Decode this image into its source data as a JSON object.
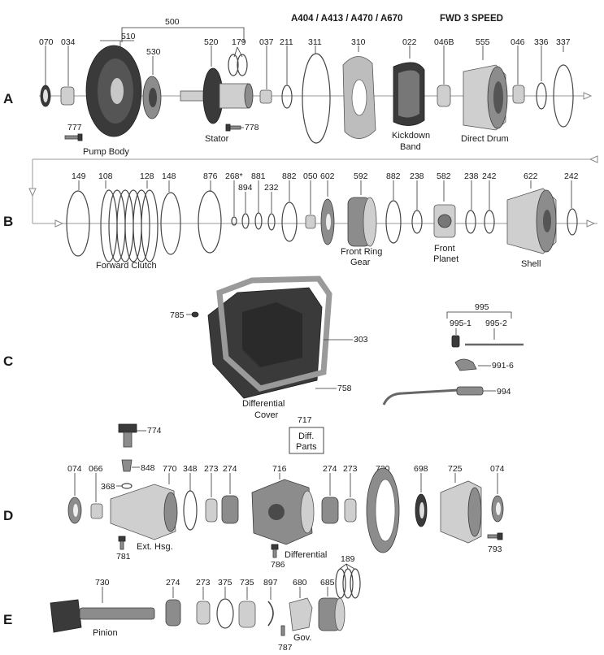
{
  "header": {
    "models": "A404 / A413 / A470 / A670",
    "type": "FWD 3  SPEED"
  },
  "rows": {
    "a": "A",
    "b": "B",
    "c": "C",
    "d": "D",
    "e": "E"
  },
  "row_a": {
    "parts": {
      "p070": "070",
      "p034": "034",
      "p500": "500",
      "p510": "510",
      "p530": "530",
      "p520": "520",
      "p179": "179",
      "p037": "037",
      "p211": "211",
      "p311": "311",
      "p310": "310",
      "p022": "022",
      "p046b": "046B",
      "p555": "555",
      "p046": "046",
      "p336": "336",
      "p337": "337",
      "p777": "777",
      "p778": "778"
    },
    "captions": {
      "pump_body": "Pump Body",
      "stator": "Stator",
      "kickdown_1": "Kickdown",
      "kickdown_2": "Band",
      "direct_drum": "Direct Drum"
    }
  },
  "row_b": {
    "parts": {
      "p149": "149",
      "p108": "108",
      "p128": "128",
      "p148": "148",
      "p876": "876",
      "p268": "268*",
      "p894": "894",
      "p881": "881",
      "p232": "232",
      "p882a": "882",
      "p050": "050",
      "p602": "602",
      "p592": "592",
      "p882b": "882",
      "p238a": "238",
      "p582": "582",
      "p238b": "238",
      "p242a": "242",
      "p622": "622",
      "p242b": "242"
    },
    "captions": {
      "forward_clutch": "Forward Clutch",
      "front_ring_1": "Front Ring",
      "front_ring_2": "Gear",
      "front_planet_1": "Front",
      "front_planet_2": "Planet",
      "shell": "Shell"
    }
  },
  "row_c": {
    "parts": {
      "p785": "785",
      "p303": "303",
      "p758": "758",
      "p995": "995",
      "p995_1": "995-1",
      "p995_2": "995-2",
      "p991_6": "991-6",
      "p994": "994"
    },
    "captions": {
      "diff_cover_1": "Differential",
      "diff_cover_2": "Cover"
    }
  },
  "row_d": {
    "parts": {
      "p774": "774",
      "p717": "717",
      "p074a": "074",
      "p066": "066",
      "p848": "848",
      "p770": "770",
      "p348": "348",
      "p273a": "273",
      "p274a": "274",
      "p716": "716",
      "p274b": "274",
      "p273b": "273",
      "p720": "720",
      "p698": "698",
      "p725": "725",
      "p074b": "074",
      "p368": "368",
      "p781": "781",
      "p786": "786",
      "p793": "793"
    },
    "captions": {
      "diff_parts_1": "Diff.",
      "diff_parts_2": "Parts",
      "ext_hsg": "Ext. Hsg.",
      "differential": "Differential"
    }
  },
  "row_e": {
    "parts": {
      "p730": "730",
      "p274": "274",
      "p273": "273",
      "p375": "375",
      "p735": "735",
      "p897": "897",
      "p680": "680",
      "p685": "685",
      "p189": "189",
      "p787": "787"
    },
    "captions": {
      "pinion": "Pinion",
      "gov": "Gov."
    }
  }
}
